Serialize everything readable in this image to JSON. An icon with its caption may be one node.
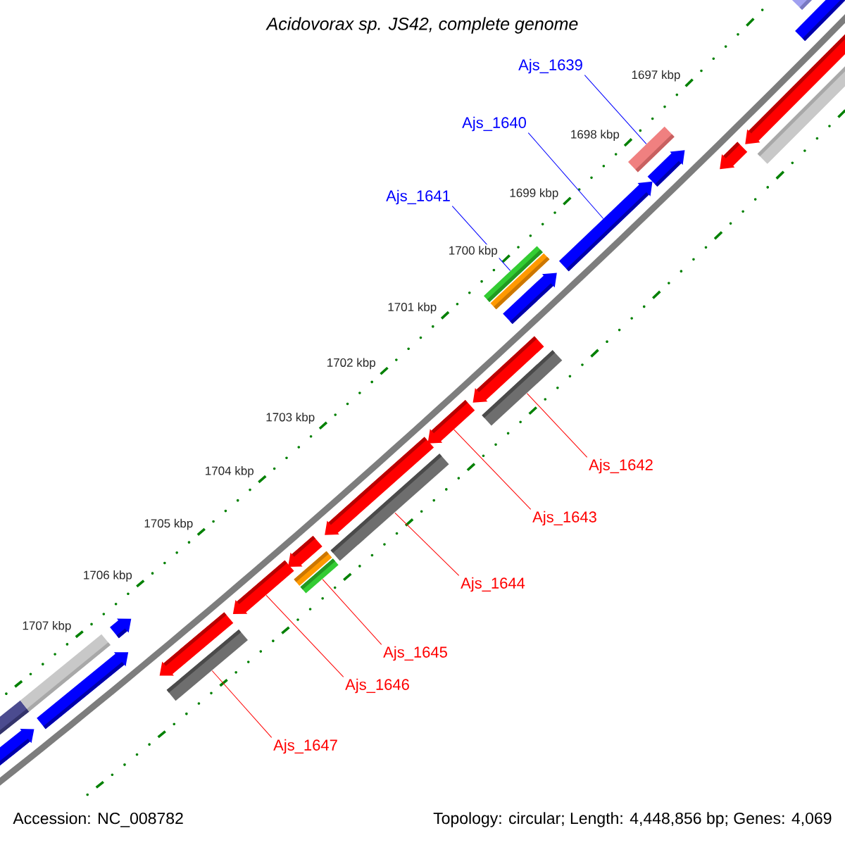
{
  "diagram": {
    "title": "Acidovorax sp. JS42, complete genome",
    "nodes": [
      {
        "text": [
          "Ajs_1639"
        ]
      },
      {
        "text": [
          "Ajs_1640"
        ]
      },
      {
        "text": [
          "Ajs_1641"
        ]
      },
      {
        "text": [
          "Ajs_1642"
        ]
      },
      {
        "text": [
          "Ajs_1643"
        ]
      },
      {
        "text": [
          "Ajs_1644"
        ]
      },
      {
        "text": [
          "Ajs_1645"
        ]
      },
      {
        "text": [
          "Ajs_1646"
        ]
      },
      {
        "text": [
          "Ajs_1647"
        ]
      },
      {
        "text": [],
        "shape": "bar"
      },
      {
        "text": [],
        "shape": "bar"
      },
      {
        "text": [],
        "shape": "bar"
      },
      {
        "text": [],
        "shape": "bar"
      },
      {
        "text": [],
        "shape": "bar"
      },
      {
        "text": [],
        "shape": "bar"
      },
      {
        "text": [],
        "shape": "bar"
      },
      {
        "text": [],
        "shape": "bar"
      },
      {
        "text": [],
        "shape": "bar"
      },
      {
        "text": [],
        "shape": "bar"
      },
      {
        "text": [],
        "shape": "bar"
      },
      {
        "text": [],
        "shape": "bar"
      },
      {
        "text": [],
        "shape": "bar"
      },
      {
        "text": [],
        "shape": "bar"
      },
      {
        "text": [],
        "shape": "bar"
      },
      {
        "text": [],
        "shape": "bar"
      },
      {
        "text": [],
        "shape": "bar"
      },
      {
        "text": [],
        "shape": "bar"
      },
      {
        "text": [],
        "shape": "bar"
      },
      {
        "text": [],
        "shape": "bar"
      },
      {
        "text": [],
        "shape": "bar"
      },
      {
        "text": [],
        "shape": "bar"
      },
      {
        "text": [],
        "shape": "bar"
      },
      {
        "text": [],
        "shape": "bar"
      },
      {
        "text": [],
        "shape": "bar"
      }
    ],
    "edges": [
      {
        "from": 0,
        "to": 9,
        "arrow": "none",
        "color": "#0000ff"
      },
      {
        "from": 1,
        "to": 10,
        "arrow": "none",
        "color": "#0000ff"
      },
      {
        "from": 2,
        "to": 11,
        "arrow": "none",
        "color": "#0000ff"
      },
      {
        "from": 3,
        "to": 12,
        "arrow": "none"
      },
      {
        "from": 4,
        "to": 13,
        "arrow": "none"
      },
      {
        "from": 5,
        "to": 14,
        "arrow": "none"
      },
      {
        "from": 6,
        "to": 15,
        "arrow": "none"
      },
      {
        "from": 7,
        "to": 16,
        "arrow": "none"
      },
      {
        "from": 8,
        "to": 17,
        "arrow": "none"
      }
    ],
    "labels": [
      "1697 kbp",
      "1698 kbp",
      "1699 kbp",
      "1700 kbp",
      "1701 kbp",
      "1702 kbp",
      "1703 kbp",
      "1704 kbp",
      "1705 kbp",
      "1706 kbp",
      "1707 kbp",
      "Accession: NC_008782",
      "Topology: circular; Length: 4,448,856 bp; Genes: 4,069"
    ]
  }
}
